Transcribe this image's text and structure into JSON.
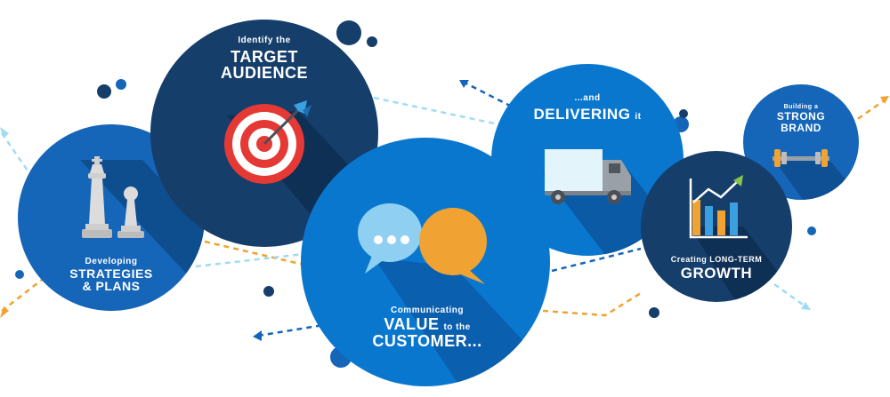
{
  "colors": {
    "navy": "#153e6b",
    "blue": "#1565b8",
    "brightBlue": "#0a77cf",
    "orange": "#f0a332",
    "lightBlue": "#9fdcf2",
    "red": "#e53935"
  },
  "circles": {
    "strategies": {
      "line1": "Developing",
      "line2": "STRATEGIES",
      "line3": "& PLANS",
      "icon": "chess-icon"
    },
    "target": {
      "line1": "Identify the",
      "line2": "TARGET",
      "line3": "AUDIENCE",
      "icon": "target-icon"
    },
    "value": {
      "line1": "Communicating",
      "line2a": "VALUE",
      "line2b": "to the",
      "line3": "CUSTOMER...",
      "icon": "speech-bubbles-icon"
    },
    "delivering": {
      "line1": "...and",
      "line2a": "DELIVERING",
      "line2b": "it",
      "icon": "truck-icon"
    },
    "growth": {
      "line1": "Creating LONG-TERM",
      "line2": "GROWTH",
      "icon": "bar-chart-icon"
    },
    "brand": {
      "line1": "Building a",
      "line2": "STRONG",
      "line3": "BRAND",
      "icon": "dumbbell-icon"
    }
  }
}
